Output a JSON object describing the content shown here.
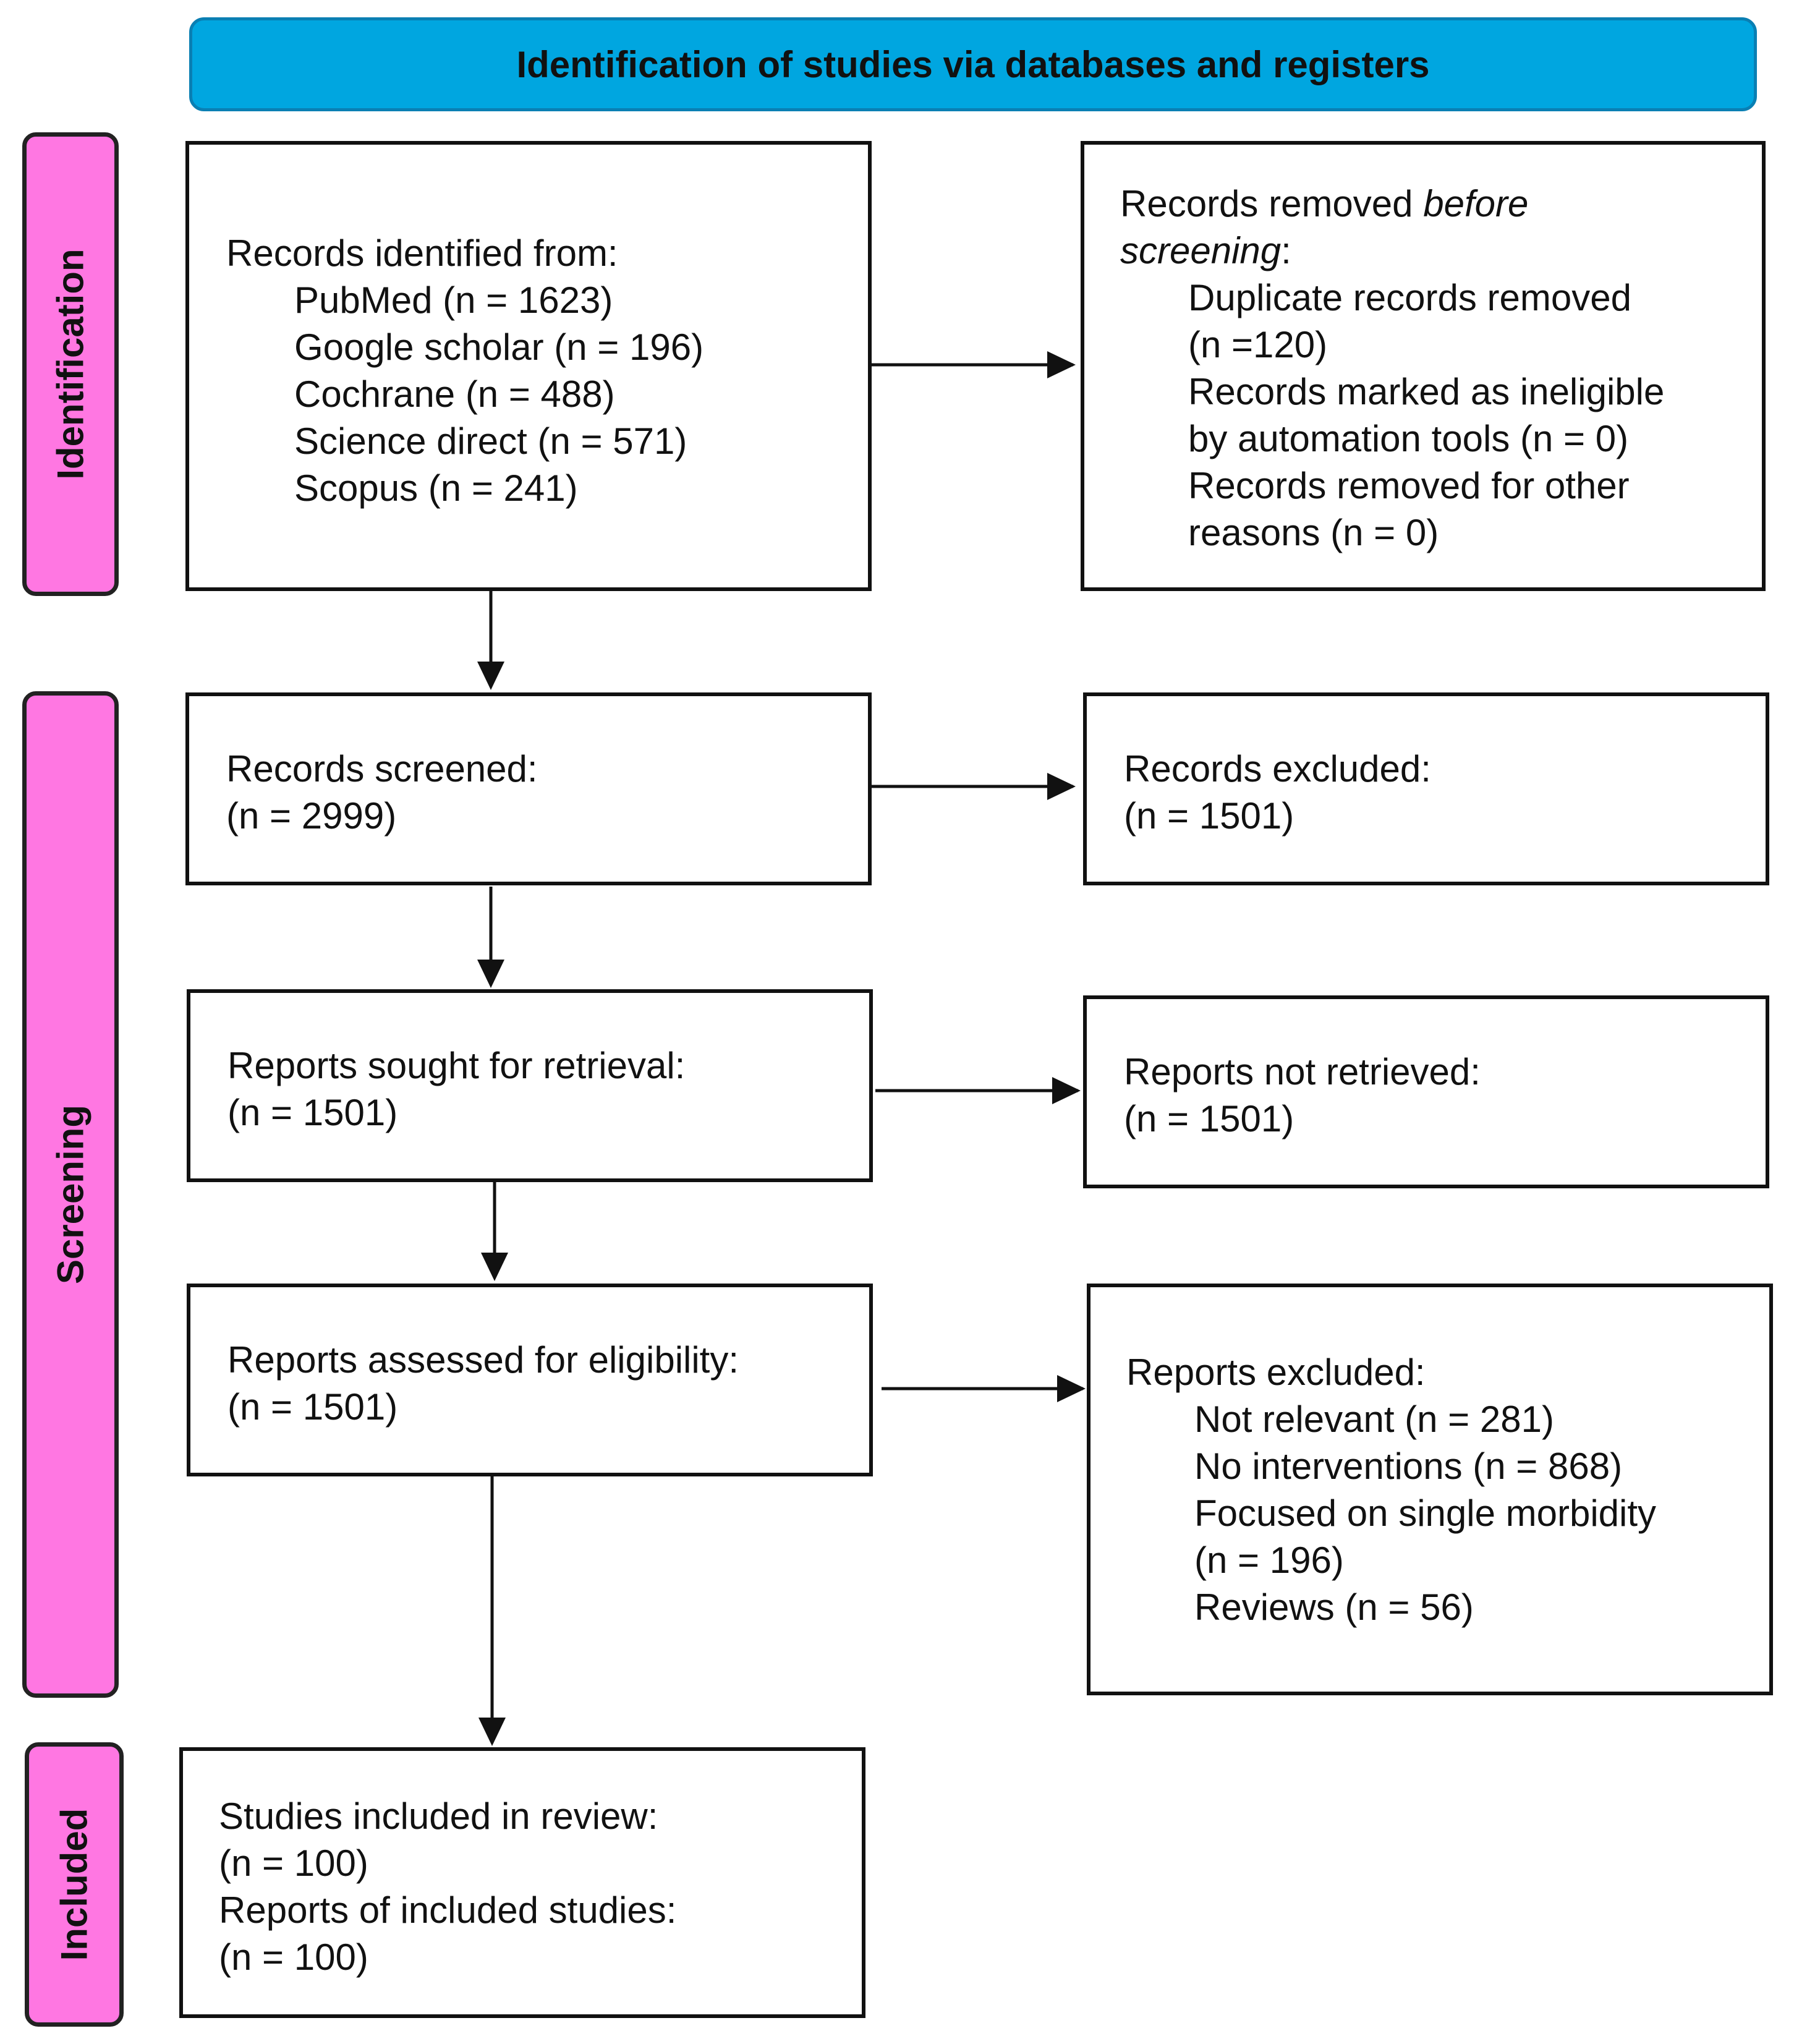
{
  "header": {
    "title": "Identification of studies via databases and registers"
  },
  "phases": {
    "identification": "Identification",
    "screening": "Screening",
    "included": "Included"
  },
  "identified": {
    "title": "Records identified from:",
    "sources": [
      "PubMed (n = 1623)",
      "Google scholar (n = 196)",
      "Cochrane (n = 488)",
      "Science direct (n = 571)",
      "Scopus (n = 241)"
    ]
  },
  "removed": {
    "title_normal": "Records removed ",
    "title_italic_1": "before",
    "title_italic_2": "screening",
    "title_colon": ":",
    "items": [
      "Duplicate records removed",
      "(n =120)",
      "Records marked as ineligible",
      "by automation tools (n = 0)",
      "Records removed for other",
      "reasons (n = 0)"
    ]
  },
  "screened": {
    "title": "Records screened:",
    "count": "(n = 2999)"
  },
  "excluded_records": {
    "title": "Records excluded:",
    "count": "(n = 1501)"
  },
  "sought": {
    "title": "Reports sought for retrieval:",
    "count": "(n = 1501)"
  },
  "not_retrieved": {
    "title": "Reports not retrieved:",
    "count": "(n = 1501)"
  },
  "assessed": {
    "title": "Reports assessed for eligibility:",
    "count": "(n = 1501)"
  },
  "reports_excluded": {
    "title": "Reports excluded:",
    "items": [
      "Not relevant (n = 281)",
      "No interventions (n = 868)",
      "Focused on single morbidity",
      "(n = 196)",
      "Reviews (n = 56)"
    ]
  },
  "included": {
    "studies_title": "Studies included in review:",
    "studies_count": "(n = 100)",
    "reports_title": "Reports of included studies:",
    "reports_count": "(n = 100)"
  }
}
